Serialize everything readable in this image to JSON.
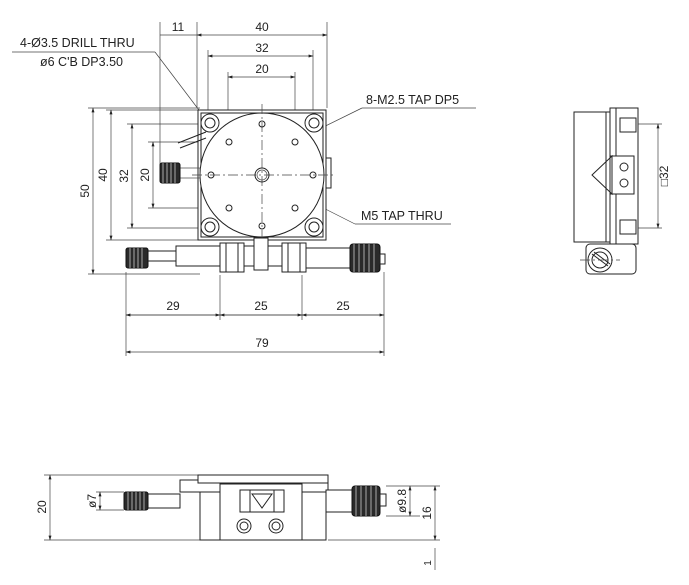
{
  "notes": {
    "drill": "4-Ø3.5 DRILL THRU",
    "counterbore": "ø6 C'B DP3.50",
    "tap8": "8-M2.5 TAP DP5",
    "tap_center": "M5 TAP THRU"
  },
  "top_view": {
    "dims": {
      "w40": "40",
      "w32": "32",
      "w20": "20",
      "offset11": "11",
      "h50": "50",
      "h40": "40",
      "h32": "32",
      "h20": "20",
      "b29": "29",
      "b25a": "25",
      "b25b": "25",
      "overall79": "79"
    }
  },
  "side_view": {
    "dims": {
      "square32": "□32"
    }
  },
  "front_view": {
    "dims": {
      "h20": "20",
      "d7": "ø7",
      "d98": "ø9.8",
      "h16": "16",
      "h1": "1"
    }
  },
  "colors": {
    "line": "#222222",
    "knob": "#2a2a2a",
    "body_fill": "#ffffff"
  }
}
